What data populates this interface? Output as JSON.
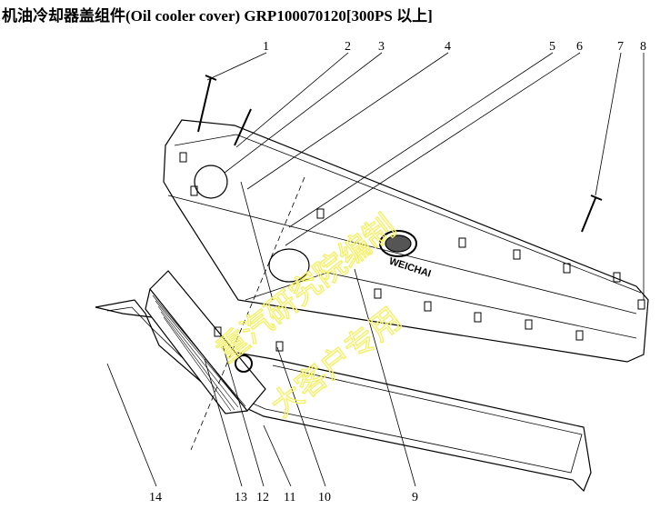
{
  "title": "机油冷却器盖组件(Oil cooler cover) GRP100070120[300PS 以上]",
  "brand_logo": "WEICHAI",
  "watermark": [
    "重汽研究院编制",
    "大客户专用"
  ],
  "part_labels_top": [
    "1",
    "2",
    "3",
    "4",
    "5",
    "6",
    "7",
    "8"
  ],
  "part_labels_bottom": [
    "14",
    "13",
    "12",
    "11",
    "10",
    "9"
  ],
  "colors": {
    "line": "#000000",
    "watermark": "#f4f060"
  }
}
